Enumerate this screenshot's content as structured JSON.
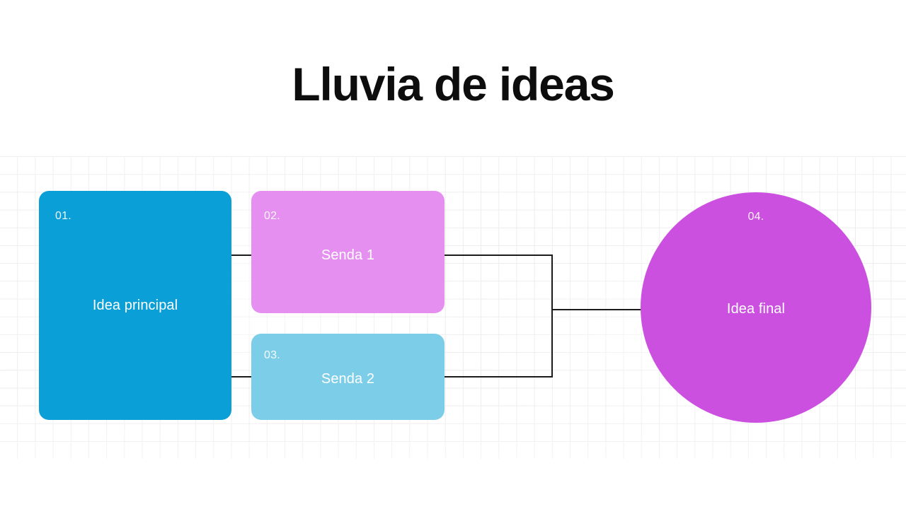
{
  "slide": {
    "title": "Lluvia de ideas",
    "background_color": "#ffffff",
    "title_color": "#0d0d0d",
    "grid_line_color": "#e9e9ed",
    "connector_color": "#1b1b1b"
  },
  "nodes": {
    "main": {
      "number": "01.",
      "text": "Idea principal",
      "color": "#0b9fd8",
      "shape": "rounded-rectangle"
    },
    "path1": {
      "number": "02.",
      "text": "Senda 1",
      "color": "#e58ff0",
      "shape": "rounded-rectangle"
    },
    "path2": {
      "number": "03.",
      "text": "Senda 2",
      "color": "#7ccde8",
      "shape": "rounded-rectangle"
    },
    "final": {
      "number": "04.",
      "text": "Idea final",
      "color": "#cc50e0",
      "shape": "circle"
    }
  },
  "connectors": [
    {
      "name": "main-to-path1",
      "from": "main",
      "to": "path1"
    },
    {
      "name": "main-to-path2",
      "from": "main",
      "to": "path2"
    },
    {
      "name": "paths-to-final",
      "from": "path1,path2",
      "to": "final"
    }
  ]
}
